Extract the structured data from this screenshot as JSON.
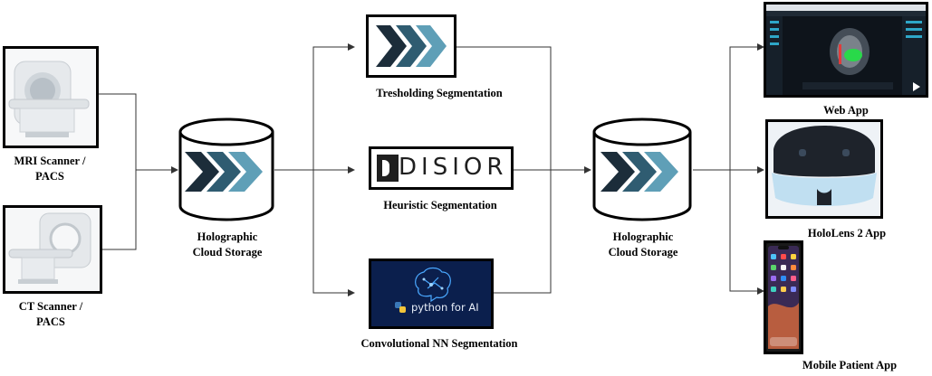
{
  "sources": [
    {
      "label_line1": "MRI Scanner /",
      "label_line2": "PACS"
    },
    {
      "label_line1": "CT Scanner /",
      "label_line2": "PACS"
    }
  ],
  "storage_left": {
    "label_line1": "Holographic",
    "label_line2": "Cloud Storage"
  },
  "segmentations": [
    {
      "label": "Tresholding Segmentation"
    },
    {
      "label": "Heuristic Segmentation",
      "logo_text": "DISIOR"
    },
    {
      "label": "Convolutional NN Segmentation",
      "logo_text": "python for AI"
    }
  ],
  "storage_right": {
    "label_line1": "Holographic",
    "label_line2": "Cloud Storage"
  },
  "apps": [
    {
      "label": "Web App"
    },
    {
      "label": "HoloLens 2 App"
    },
    {
      "label": "Mobile Patient App"
    }
  ],
  "colors": {
    "chevron_dark": "#1c2d3a",
    "chevron_mid": "#3a6f86",
    "chevron_light": "#5fa0b8",
    "line": "#333333"
  }
}
